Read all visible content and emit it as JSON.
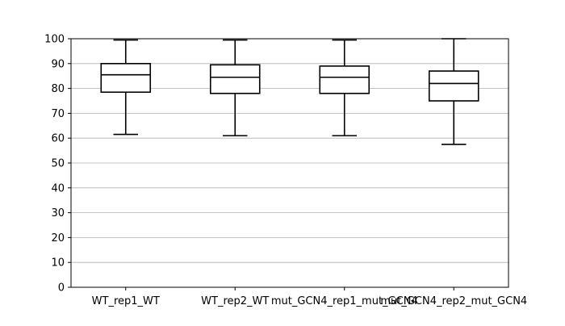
{
  "chart_data": {
    "type": "box",
    "title": "",
    "xlabel": "",
    "ylabel": "",
    "ylim": [
      0,
      100
    ],
    "yticks": [
      0,
      10,
      20,
      30,
      40,
      50,
      60,
      70,
      80,
      90,
      100
    ],
    "grid": "horizontal",
    "categories": [
      "WT_rep1_WT",
      "WT_rep2_WT",
      "mut_GCN4_rep1_mut_GCN4",
      "mut_GCN4_rep2_mut_GCN4"
    ],
    "boxes": [
      {
        "whisker_low": 61.5,
        "q1": 78.5,
        "median": 85.5,
        "q3": 90,
        "whisker_high": 99.5
      },
      {
        "whisker_low": 61,
        "q1": 78,
        "median": 84.5,
        "q3": 89.5,
        "whisker_high": 99.5
      },
      {
        "whisker_low": 61,
        "q1": 78,
        "median": 84.5,
        "q3": 89,
        "whisker_high": 99.5
      },
      {
        "whisker_low": 57.5,
        "q1": 75,
        "median": 82,
        "q3": 87,
        "whisker_high": 100
      }
    ],
    "colors": {
      "box": "#000000",
      "grid": "#b0b0b0",
      "axis": "#000000"
    }
  }
}
